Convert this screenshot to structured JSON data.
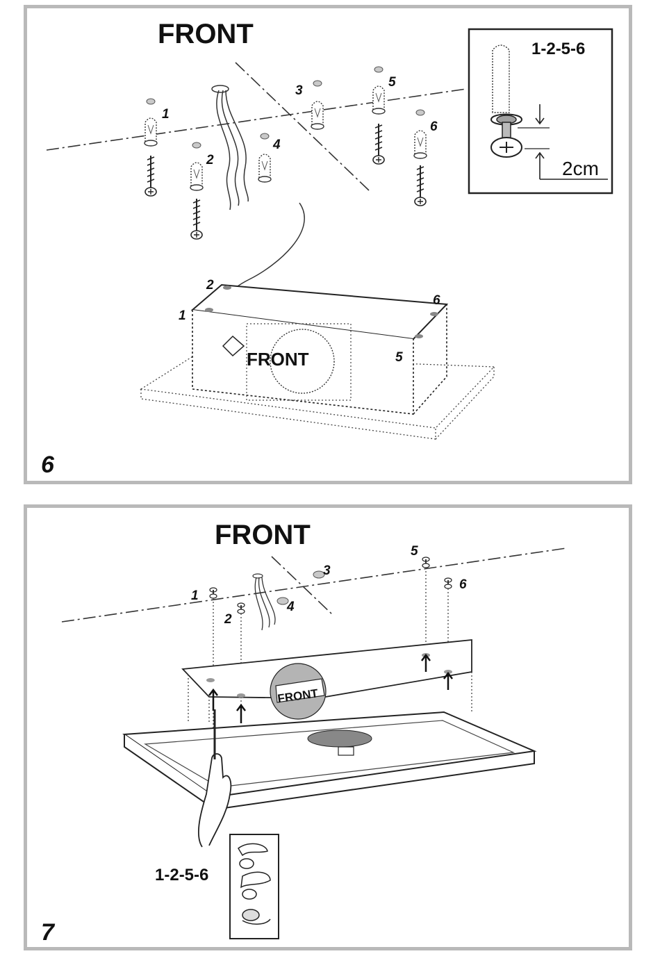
{
  "step6": {
    "number": "6",
    "front_title": "FRONT",
    "wall_labels": [
      "1",
      "2",
      "3",
      "4",
      "5",
      "6"
    ],
    "hood_labels": [
      "1",
      "2",
      "5",
      "6"
    ],
    "box_label": "FRONT",
    "inset": {
      "sequence": "1-2-5-6",
      "measurement": "2cm"
    }
  },
  "step7": {
    "number": "7",
    "front_title": "FRONT",
    "wall_labels": [
      "1",
      "2",
      "3",
      "4",
      "5",
      "6"
    ],
    "sticker": "FRONT",
    "hand_sequence": "1-2-5-6"
  }
}
